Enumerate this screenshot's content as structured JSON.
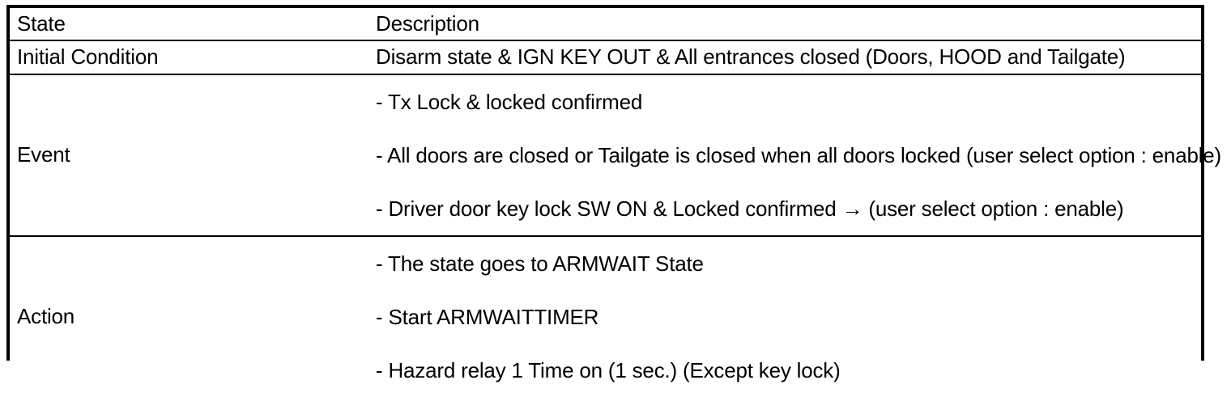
{
  "table": {
    "columns": [
      {
        "key": "state",
        "header": "State"
      },
      {
        "key": "description",
        "header": "Description"
      }
    ],
    "rows": [
      {
        "state": "Initial Condition",
        "description_lines": [
          "Disarm state & IGN KEY OUT & All entrances closed (Doors, HOOD and Tailgate)"
        ]
      },
      {
        "state": "Event",
        "description_lines": [
          "- Tx Lock & locked confirmed",
          "- All doors are closed or Tailgate is closed when all doors locked (user select option : enable)",
          "- Driver door key lock SW ON & Locked confirmed → (user select option : enable)"
        ]
      },
      {
        "state": "Action",
        "description_lines": [
          "- The state goes to ARMWAIT State",
          "- Start ARMWAITTIMER",
          "- Hazard relay 1 Time on (1 sec.) (Except key lock)"
        ]
      }
    ]
  },
  "style": {
    "border_color": "#000000",
    "text_color": "#000000",
    "background_color": "#ffffff"
  }
}
